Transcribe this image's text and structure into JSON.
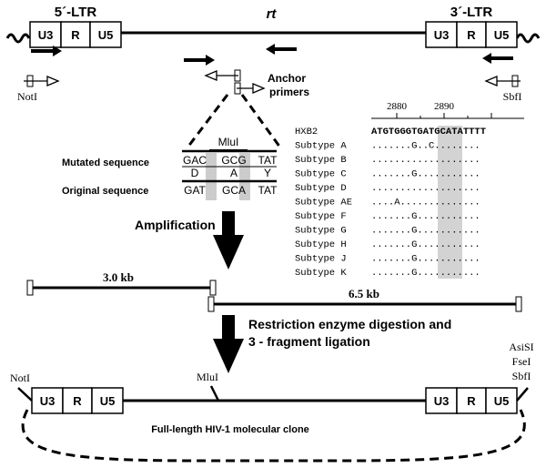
{
  "top_construct": {
    "ltr5_label": "5´-LTR",
    "ltr3_label": "3´-LTR",
    "rt_label": "rt",
    "segments": [
      "U3",
      "R",
      "U5"
    ]
  },
  "primers": {
    "notI": "NotI",
    "sbfI": "SbfI",
    "anchor_line1": "Anchor",
    "anchor_line2": "primers"
  },
  "mutation": {
    "mlu_label": "MluI",
    "mutated_label": "Mutated sequence",
    "original_label": "Original sequence",
    "mutated_codons": [
      "GAC",
      "GCG",
      "TAT"
    ],
    "amino_acids": [
      "D",
      "A",
      "Y"
    ],
    "original_codons": [
      "GAT",
      "GCA",
      "TAT"
    ]
  },
  "alignment": {
    "tick_labels": [
      "2880",
      "2890"
    ],
    "rows": [
      {
        "name": "HXB2",
        "seq": "ATGTGGGTGATGCATATTTT"
      },
      {
        "name": "Subtype A",
        "seq": ".......G..C........"
      },
      {
        "name": "Subtype B",
        "seq": "..................."
      },
      {
        "name": "Subtype C",
        "seq": ".......G..........."
      },
      {
        "name": "Subtype D",
        "seq": "..................."
      },
      {
        "name": "Subtype AE",
        "seq": "....A.............."
      },
      {
        "name": "Subtype F",
        "seq": ".......G..........."
      },
      {
        "name": "Subtype G",
        "seq": ".......G..........."
      },
      {
        "name": "Subtype H",
        "seq": ".......G..........."
      },
      {
        "name": "Subtype J",
        "seq": ".......G..........."
      },
      {
        "name": "Subtype K",
        "seq": ".......G..........."
      }
    ]
  },
  "steps": {
    "amplification": "Amplification",
    "digestion_line1": "Restriction enzyme digestion and",
    "digestion_line2": "3 - fragment ligation"
  },
  "fragments": {
    "frag1": "3.0 kb",
    "frag2": "6.5 kb"
  },
  "clone": {
    "notI": "NotI",
    "mluI": "MluI",
    "asiSI": "AsiSI",
    "fseI": "FseI",
    "sbfI": "SbfI",
    "caption": "Full-length HIV-1 molecular clone"
  },
  "colors": {
    "highlight": "#d3d3d3",
    "ink": "#000000"
  }
}
